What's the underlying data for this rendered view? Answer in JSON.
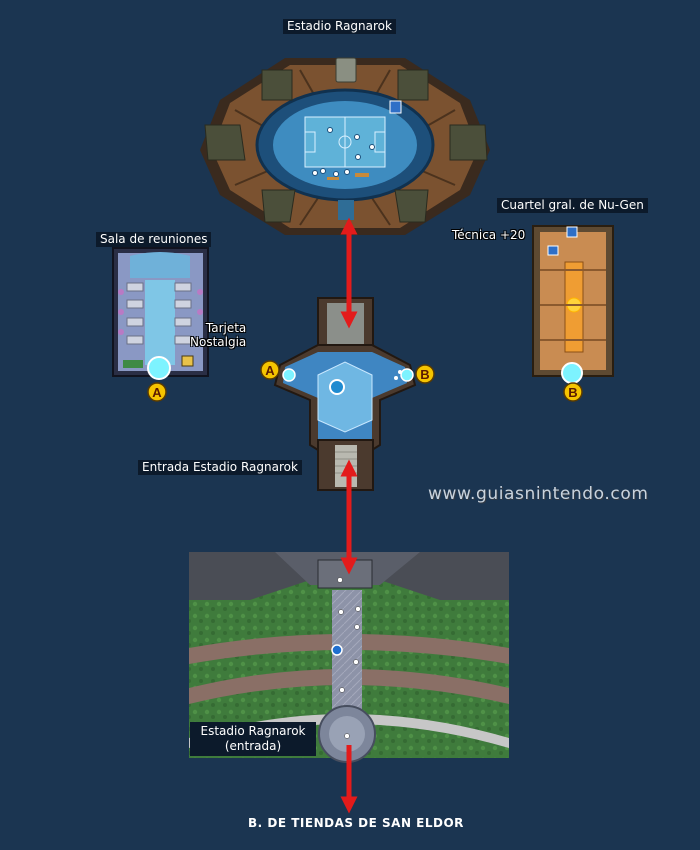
{
  "map": {
    "labels": {
      "stadium": "Estadio Ragnarok",
      "meeting_room": "Sala de reuniones",
      "headquarters": "Cuartel gral. de Nu-Gen",
      "technique": "Técnica +20",
      "card": "Tarjeta\nNostalgia",
      "entrance": "Entrada Estadio Ragnarok",
      "outside": "Estadio Ragnarok\n(entrada)",
      "destination": "B. DE TIENDAS DE SAN ELDOR",
      "watermark": "www.guiasnintendo.com"
    },
    "markers": {
      "a_meeting": "A",
      "a_hub": "A",
      "b_hub": "B",
      "b_hq": "B"
    }
  },
  "colors": {
    "background": "#1b3551",
    "arrow": "#e31b1b",
    "marker_fill": "#f5c400",
    "label_bg": "#0c1a2b"
  }
}
